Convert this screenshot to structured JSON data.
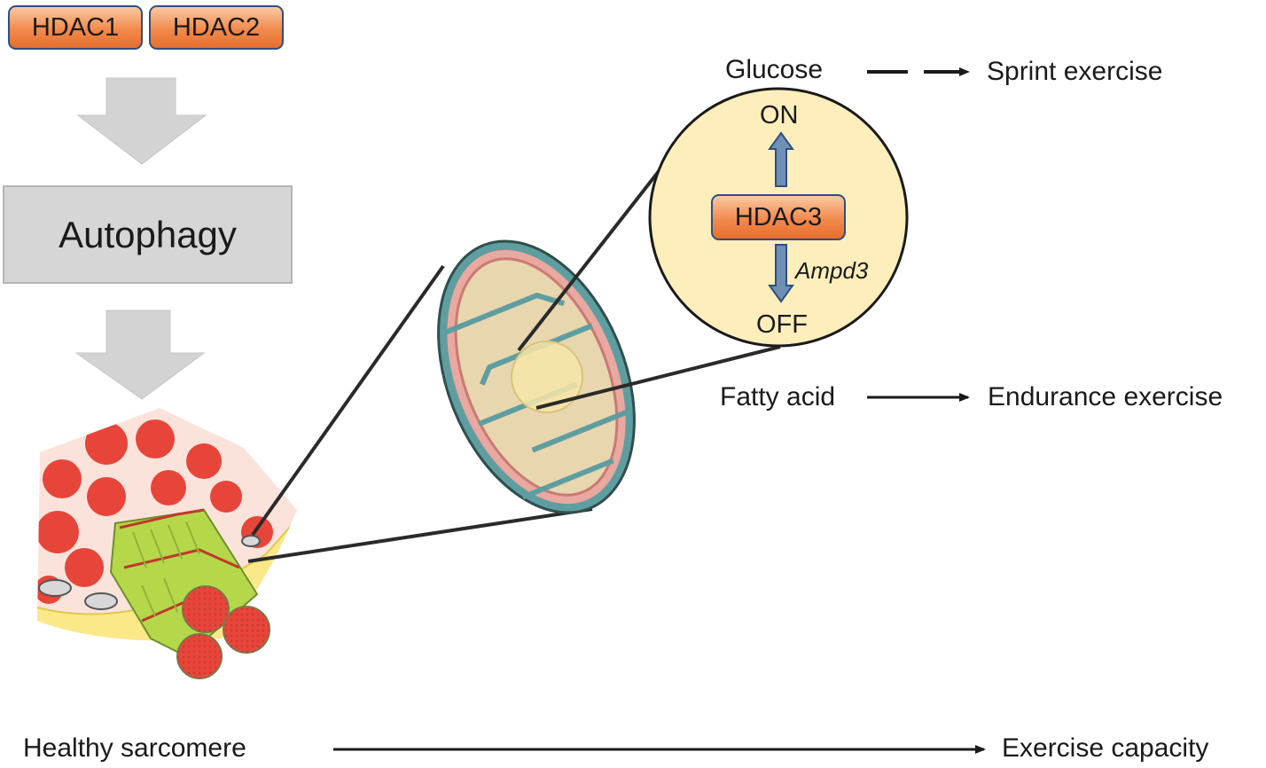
{
  "top_boxes": {
    "hdac1": "HDAC1",
    "hdac2": "HDAC2"
  },
  "process": {
    "autophagy": "Autophagy"
  },
  "zoom": {
    "on": "ON",
    "off": "OFF",
    "center_box": "HDAC3",
    "gene": "Ampd3"
  },
  "pathways": {
    "glucose": "Glucose",
    "glucose_outcome": "Sprint exercise",
    "fatty_acid": "Fatty acid",
    "fatty_acid_outcome": "Endurance exercise"
  },
  "bottom": {
    "left": "Healthy sarcomere",
    "right": "Exercise capacity"
  },
  "colors": {
    "hdac_fill": "#f28a4c",
    "hdac_border": "#2f4f7f",
    "gray_arrow": "#d3d3d3",
    "circle_fill": "#fdeebb",
    "muscle_red": "#e8453a",
    "myofibril_green": "#b5d84b"
  }
}
